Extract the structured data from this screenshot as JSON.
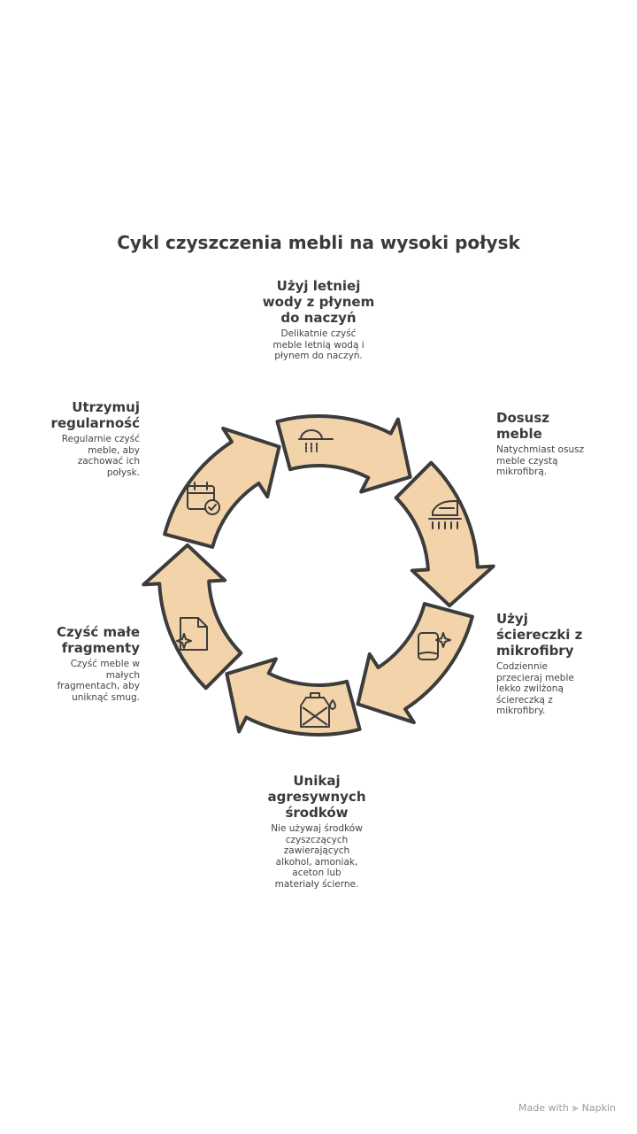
{
  "title": "Cykl czyszczenia mebli na wysoki połysk",
  "steps": [
    {
      "title": "Użyj letniej wody z płynem do naczyń",
      "desc": "Delikatnie czyść meble letnią wodą i płynem do naczyń.",
      "icon": "washing-icon"
    },
    {
      "title": "Dosusz meble",
      "desc": "Natychmiast osusz meble czystą mikrofibrą.",
      "icon": "iron-drying-icon"
    },
    {
      "title": "Użyj ściereczki z mikrofibry",
      "desc": "Codziennie przecieraj meble lekko zwilżoną ściereczką z mikrofibry.",
      "icon": "sparkle-cloth-icon"
    },
    {
      "title": "Unikaj agresywnych środków",
      "desc": "Nie używaj środków czyszczących zawierających alkohol, amoniak, aceton lub materiały ścierne.",
      "icon": "no-chemicals-icon"
    },
    {
      "title": "Czyść małe fragmenty",
      "desc": "Czyść meble w małych fragmentach, aby uniknąć smug.",
      "icon": "sparkle-document-icon"
    },
    {
      "title": "Utrzymuj regularność",
      "desc": "Regularnie czyść meble, aby zachować ich połysk.",
      "icon": "calendar-check-icon"
    }
  ],
  "colors": {
    "ring_fill": "#f3d3aa",
    "outline": "#3c3c3c",
    "text": "#3a3a3a"
  },
  "footer": {
    "made_with": "Made with",
    "brand": "Napkin"
  }
}
